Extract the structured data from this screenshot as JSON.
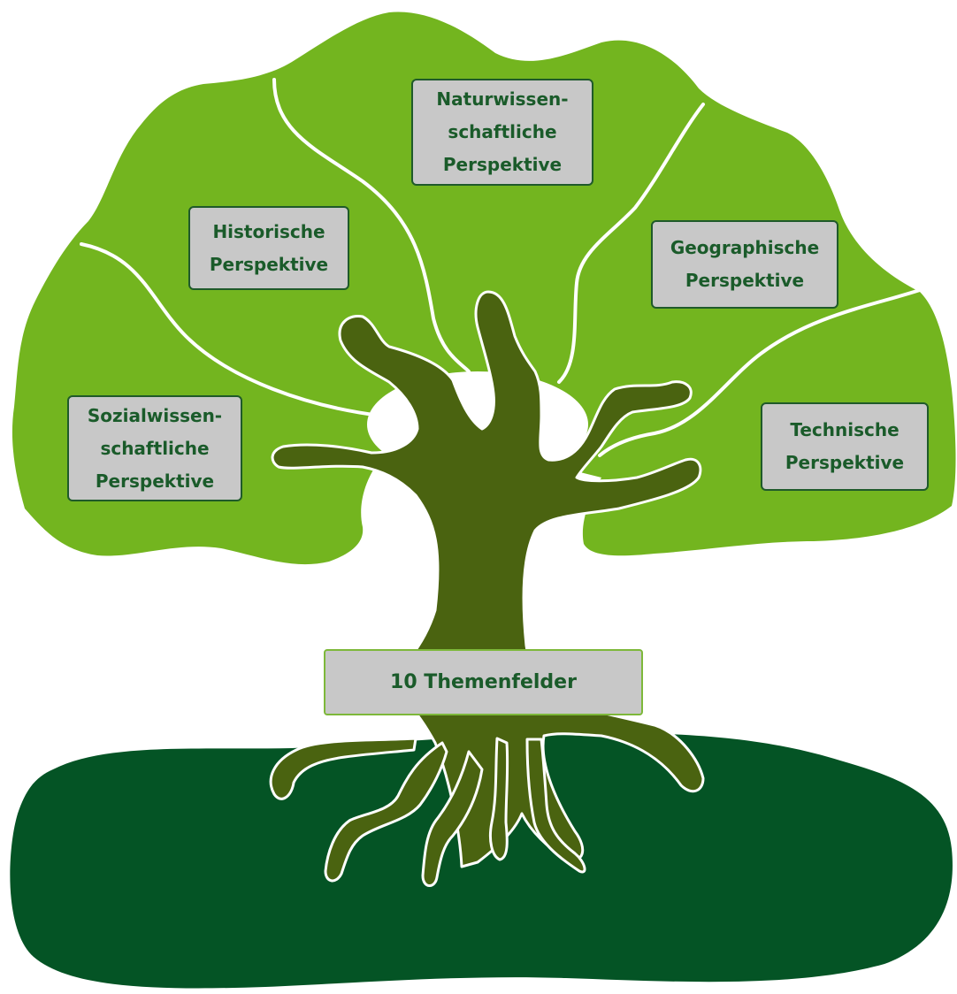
{
  "perspectives": {
    "social": "Sozialwissen-\nschaftliche\nPerspektive",
    "history": "Historische\nPerspektive",
    "nature": "Naturwissen-\nschaftliche\nPerspektive",
    "geography": "Geographische\nPerspektive",
    "technology": "Technische\nPerspektive"
  },
  "root": {
    "label": "10 Themenfelder"
  },
  "colors": {
    "crown": "#73b51f",
    "trunk": "#4a6310",
    "ground": "#045425",
    "box_fill": "#c8c8c8",
    "box_text": "#1a5b2a",
    "branch_lines": "#ffffff"
  }
}
